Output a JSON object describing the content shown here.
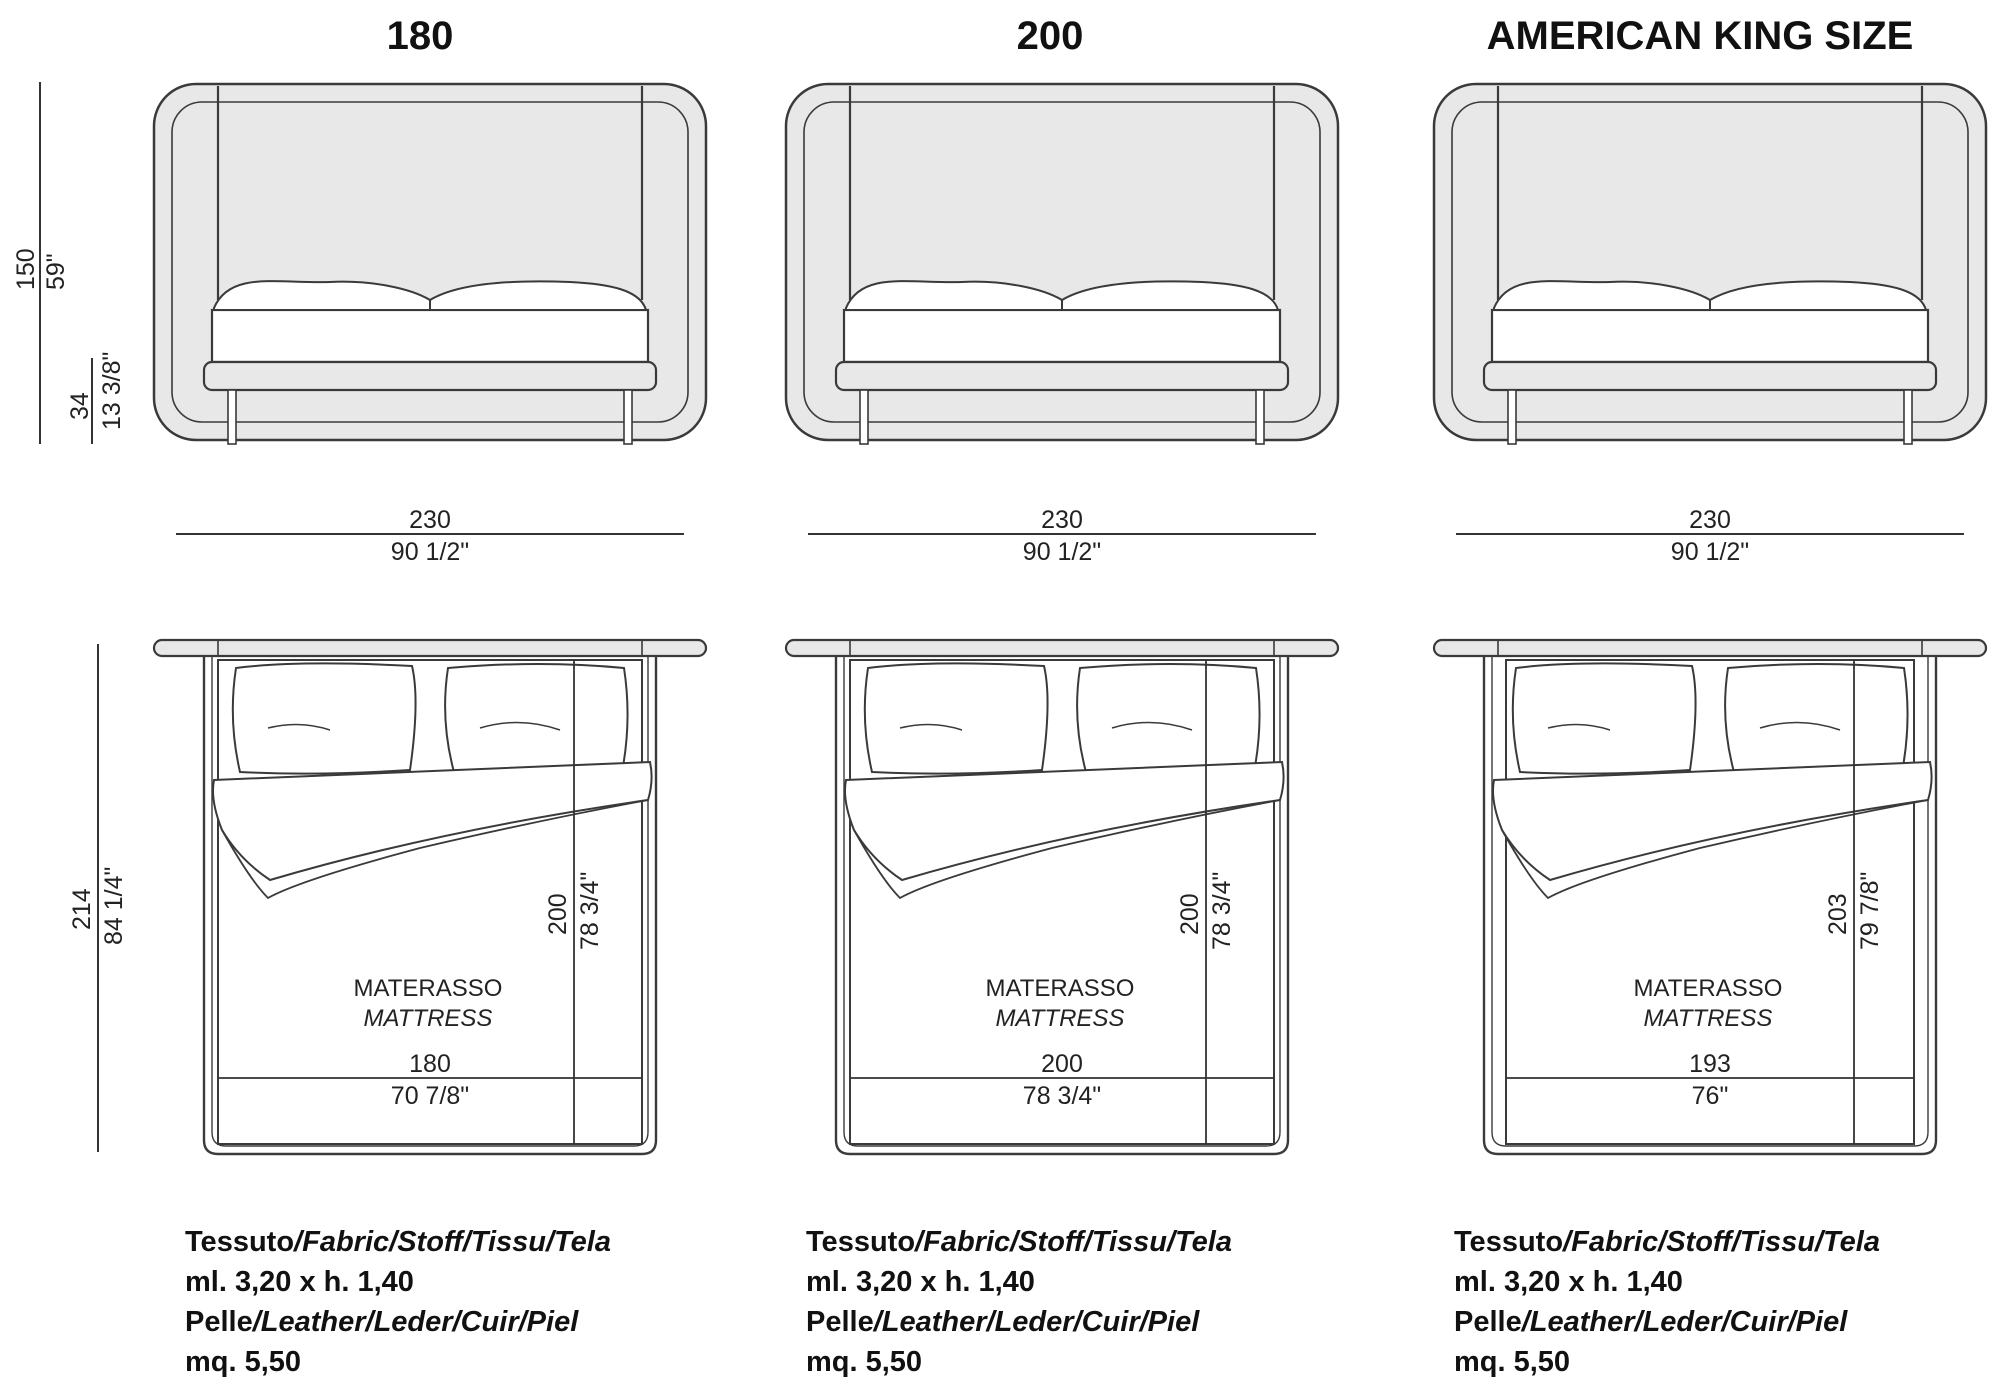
{
  "variants": [
    {
      "title": "180",
      "width_cm": "230",
      "width_in": "90 1/2\"",
      "mattress_label": "MATERASSO",
      "mattress_label_en": "MATTRESS",
      "mattress_w_cm": "180",
      "mattress_w_in": "70 7/8\"",
      "mattress_l_cm": "200",
      "mattress_l_in": "78 3/4\"",
      "fabric_label_it": "Tessuto",
      "fabric_label_rest": "/Fabric/Stoff/Tissu/Tela",
      "fabric_amount": "ml. 3,20 x h. 1,40",
      "leather_label_it": "Pelle",
      "leather_label_rest": "/Leather/Leder/Cuir/Piel",
      "leather_amount": "mq. 5,50"
    },
    {
      "title": "200",
      "width_cm": "230",
      "width_in": "90 1/2\"",
      "mattress_label": "MATERASSO",
      "mattress_label_en": "MATTRESS",
      "mattress_w_cm": "200",
      "mattress_w_in": "78 3/4\"",
      "mattress_l_cm": "200",
      "mattress_l_in": "78 3/4\"",
      "fabric_label_it": "Tessuto",
      "fabric_label_rest": "/Fabric/Stoff/Tissu/Tela",
      "fabric_amount": "ml. 3,20 x h. 1,40",
      "leather_label_it": "Pelle",
      "leather_label_rest": "/Leather/Leder/Cuir/Piel",
      "leather_amount": "mq. 5,50"
    },
    {
      "title": "AMERICAN KING SIZE",
      "width_cm": "230",
      "width_in": "90 1/2\"",
      "mattress_label": "MATERASSO",
      "mattress_label_en": "MATTRESS",
      "mattress_w_cm": "193",
      "mattress_w_in": "76\"",
      "mattress_l_cm": "203",
      "mattress_l_in": "79 7/8\"",
      "fabric_label_it": "Tessuto",
      "fabric_label_rest": "/Fabric/Stoff/Tissu/Tela",
      "fabric_amount": "ml. 3,20 x h. 1,40",
      "leather_label_it": "Pelle",
      "leather_label_rest": "/Leather/Leder/Cuir/Piel",
      "leather_amount": "mq. 5,50"
    }
  ],
  "front_height_cm": "150",
  "front_height_in": "59\"",
  "frame_height_cm": "34",
  "frame_height_in": "13 3/8\"",
  "plan_length_cm": "214",
  "plan_length_in": "84 1/4\"",
  "colors": {
    "line": "#3a3a3a",
    "fill": "#e8e8e8",
    "text": "#111111"
  }
}
